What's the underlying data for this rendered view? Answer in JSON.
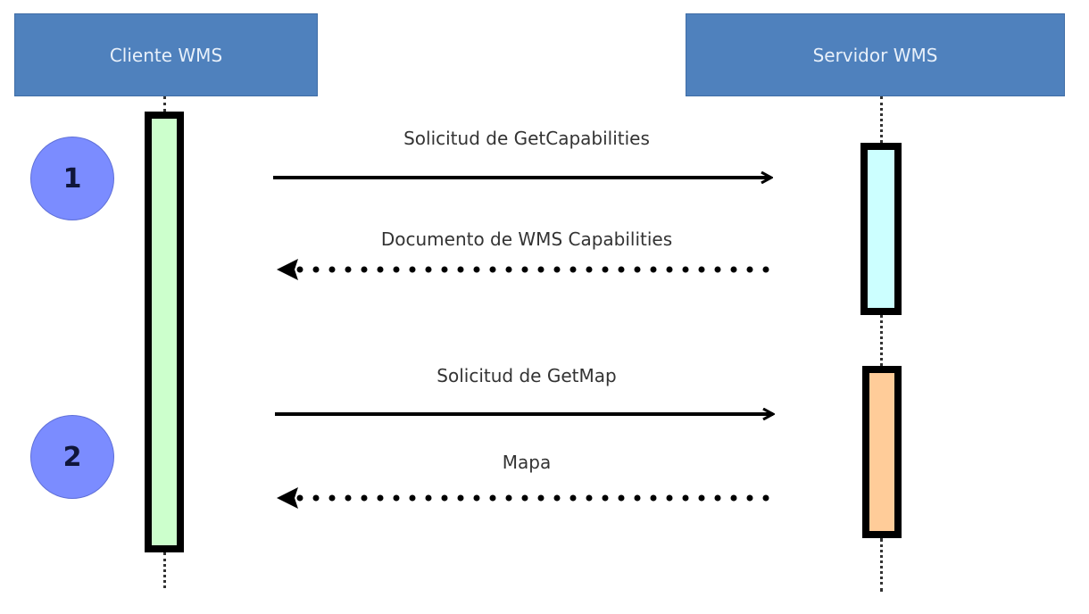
{
  "actors": {
    "client": "Cliente WMS",
    "server": "Servidor WMS"
  },
  "steps": [
    "1",
    "2"
  ],
  "messages": [
    {
      "label": "Solicitud de GetCapabilities",
      "direction": "client-to-server",
      "style": "solid"
    },
    {
      "label": "Documento de WMS Capabilities",
      "direction": "server-to-client",
      "style": "dotted"
    },
    {
      "label": "Solicitud de GetMap",
      "direction": "client-to-server",
      "style": "solid"
    },
    {
      "label": "Mapa",
      "direction": "server-to-client",
      "style": "dotted"
    }
  ],
  "colors": {
    "actor_fill": "#4f81bd",
    "step_circle": "#7b8cff",
    "client_activation": "#ccffcc",
    "server_activation_1": "#ccffff",
    "server_activation_2": "#ffcc99"
  }
}
